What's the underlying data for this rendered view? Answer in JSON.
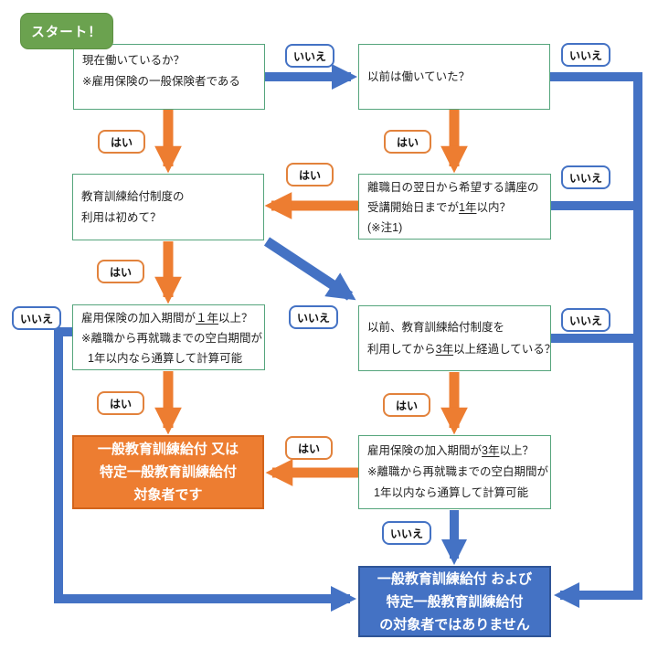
{
  "title": "教育訓練給付 対象者判定フローチャート",
  "colors": {
    "start_green": "#6ba24f",
    "box_border_green": "#55a57c",
    "orange": "#ed7d31",
    "orange_dark": "#d3641c",
    "blue": "#4472c4",
    "blue_dark": "#2f5597",
    "text": "#222222"
  },
  "start": {
    "label": "スタート！"
  },
  "labels": {
    "yes": "はい",
    "no": "いいえ"
  },
  "boxes": {
    "q_current_work": {
      "line1": "現在働いているか？",
      "line2": "※雇用保険の一般保険者である"
    },
    "q_worked_before": {
      "line1": "以前は働いていた？"
    },
    "q_first_time": {
      "line1": "教育訓練給付制度の",
      "line2": "利用は初めて？"
    },
    "q_within_1year": {
      "line1": "離職日の翌日から希望する講座の",
      "line2_pre": "受講開始日までが",
      "line2_u": "1年",
      "line2_post": "以内？",
      "line3": "(※注1)"
    },
    "q_insured_1year": {
      "line1_pre": "雇用保険の加入期間が",
      "line1_u": "１年",
      "line1_post": "以上？",
      "line2": "※離職から再就職までの空白期間が",
      "line3": "1年以内なら通算して計算可能"
    },
    "q_3years_passed": {
      "line1": "以前、教育訓練給付制度を",
      "line2_pre": "利用してから",
      "line2_u": "3年",
      "line2_post": "以上経過している？"
    },
    "q_insured_3years": {
      "line1_pre": "雇用保険の加入期間が",
      "line1_u": "3年",
      "line1_post": "以上？",
      "line2": "※離職から再就職までの空白期間が",
      "line3": "1年以内なら通算して計算可能"
    },
    "result_eligible": {
      "line1": "一般教育訓練給付 又は",
      "line2": "特定一般教育訓練給付",
      "line3": "対象者です"
    },
    "result_not_eligible": {
      "line1": "一般教育訓練給付 および",
      "line2": "特定一般教育訓練給付",
      "line3": "の対象者ではありません"
    }
  }
}
